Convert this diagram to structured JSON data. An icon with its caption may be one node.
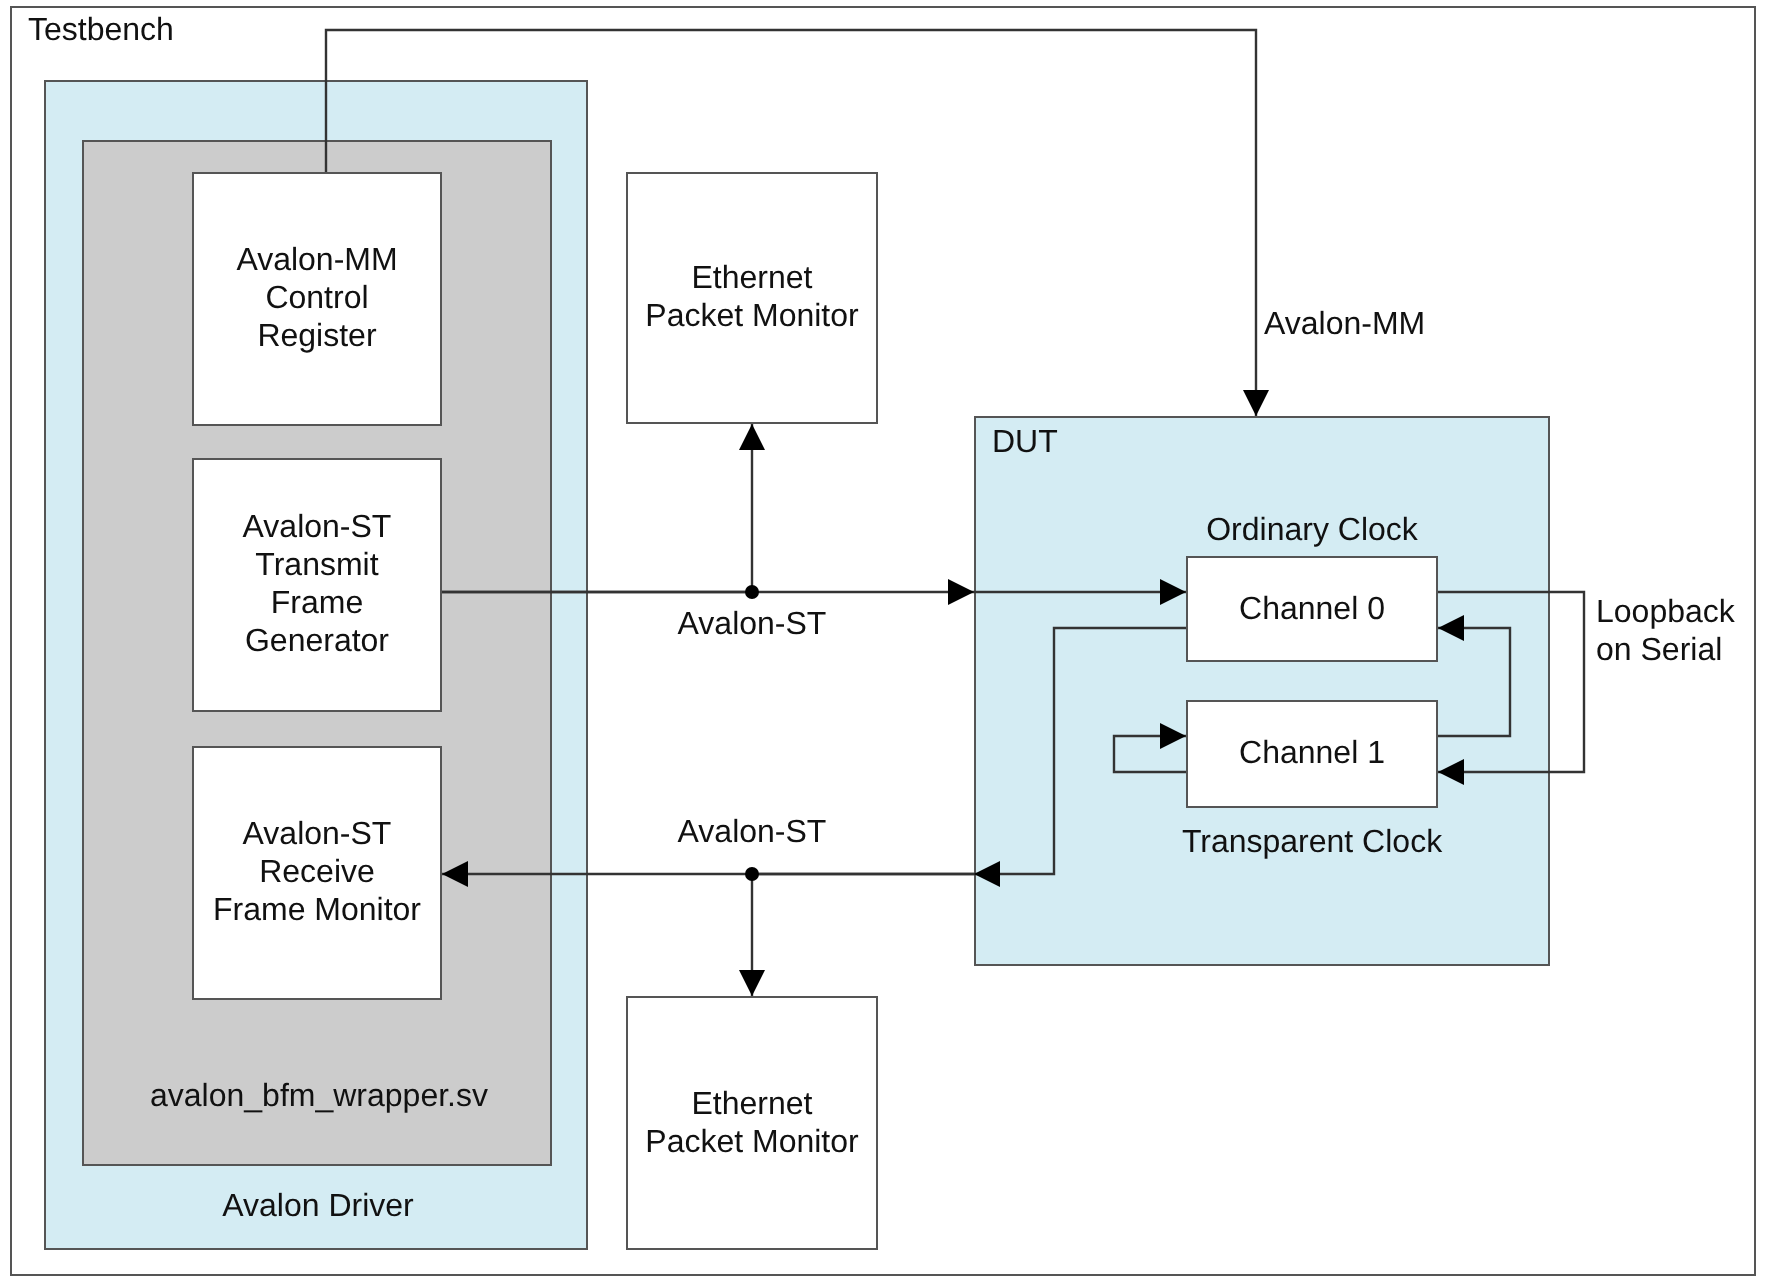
{
  "diagram": {
    "nodes": [
      {
        "text": [
          "Testbench"
        ]
      },
      {
        "text": [
          "Avalon Driver"
        ],
        "in": 0
      },
      {
        "text": [
          "avalon_bfm_wrapper.sv"
        ],
        "in": 1
      },
      {
        "text": [
          "Avalon-MM Control Register"
        ],
        "in": 2
      },
      {
        "text": [
          "Avalon-ST Transmit Frame Generator"
        ],
        "in": 2
      },
      {
        "text": [
          "Avalon-ST Receive Frame Monitor"
        ],
        "in": 2
      },
      {
        "text": [
          "Ethernet Packet Monitor"
        ],
        "in": 0
      },
      {
        "text": [
          "DUT"
        ],
        "in": 0
      },
      {
        "text": [
          "Channel 0"
        ],
        "in": 7,
        "beside": [
          "Ordinary Clock"
        ]
      },
      {
        "text": [
          "Channel 1"
        ],
        "in": 7,
        "beside": [
          "Transparent Clock"
        ]
      },
      {
        "text": [
          "Ethernet Packet Monitor"
        ],
        "in": 0
      }
    ],
    "edges": [
      {
        "from": 3,
        "to": 7,
        "arrow": "to",
        "label": "Avalon-MM"
      },
      {
        "from": 4,
        "to": 7,
        "arrow": "to",
        "label": "Avalon-ST"
      },
      {
        "from": 4,
        "to": 6,
        "arrow": "to"
      },
      {
        "from": 7,
        "to": 8,
        "arrow": "to"
      },
      {
        "from": 8,
        "to": 7,
        "arrow": "to"
      },
      {
        "from": 7,
        "to": 5,
        "arrow": "to",
        "label": "Avalon-ST"
      },
      {
        "from": 7,
        "to": 10,
        "arrow": "to"
      },
      {
        "from": 8,
        "to": 9,
        "arrow": "to",
        "label": "Loopback on Serial"
      },
      {
        "from": 9,
        "to": 8,
        "arrow": "to"
      },
      {
        "from": 9,
        "to": 9,
        "arrow": "to"
      }
    ]
  }
}
